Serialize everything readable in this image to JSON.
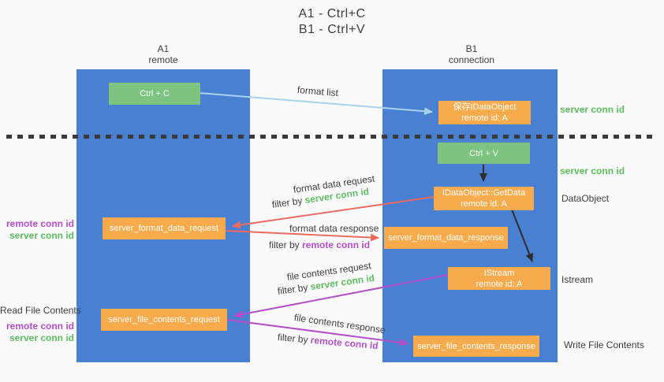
{
  "title": {
    "line1": "A1 - Ctrl+C",
    "line2": "B1 - Ctrl+V"
  },
  "columns": {
    "left": {
      "name": "A1",
      "role": "remote"
    },
    "right": {
      "name": "B1",
      "role": "connection"
    }
  },
  "nodes": {
    "ctrl_c": {
      "label": "Ctrl + C"
    },
    "save_dataobject": {
      "line1": "保存IDataObject",
      "line2": "remote id: A"
    },
    "ctrl_v": {
      "label": "Ctrl + V"
    },
    "getdata": {
      "line1": "IDataObject::GetData",
      "line2": "remote id: A"
    },
    "format_request": {
      "label": "server_format_data_request"
    },
    "format_response": {
      "label": "server_format_data_response"
    },
    "istream": {
      "line1": "IStream",
      "line2": "remote id: A"
    },
    "file_request": {
      "label": "server_file_contents_request"
    },
    "file_response": {
      "label": "server_file_contents_response"
    }
  },
  "flow_labels": {
    "format_list": "format list",
    "format_data_request": "format data request",
    "format_data_response": "format data response",
    "file_contents_request": "file contents request",
    "file_contents_response": "file contents response"
  },
  "terms": {
    "filter_by": "filter by",
    "server_conn_id": "server conn id",
    "remote_conn_id": "remote conn id"
  },
  "side_labels": {
    "dataobject": "DataObject",
    "istream": "Istream",
    "read_file_contents": "Read File Contents",
    "write_file_contents": "Write File Contents"
  },
  "colors": {
    "lifeline_blue": "#4a80d2",
    "event_green": "#7cc47f",
    "message_orange": "#f8ab4c",
    "arrow_light_blue": "#a9d2ed",
    "arrow_red": "#ed6a5f",
    "arrow_purple": "#b44fc8",
    "arrow_black": "#2d2d2d",
    "label_green": "#5cbd5f",
    "label_purple": "#b44fc8",
    "text_dark": "#3d3d3d",
    "background": "#fafafa"
  }
}
